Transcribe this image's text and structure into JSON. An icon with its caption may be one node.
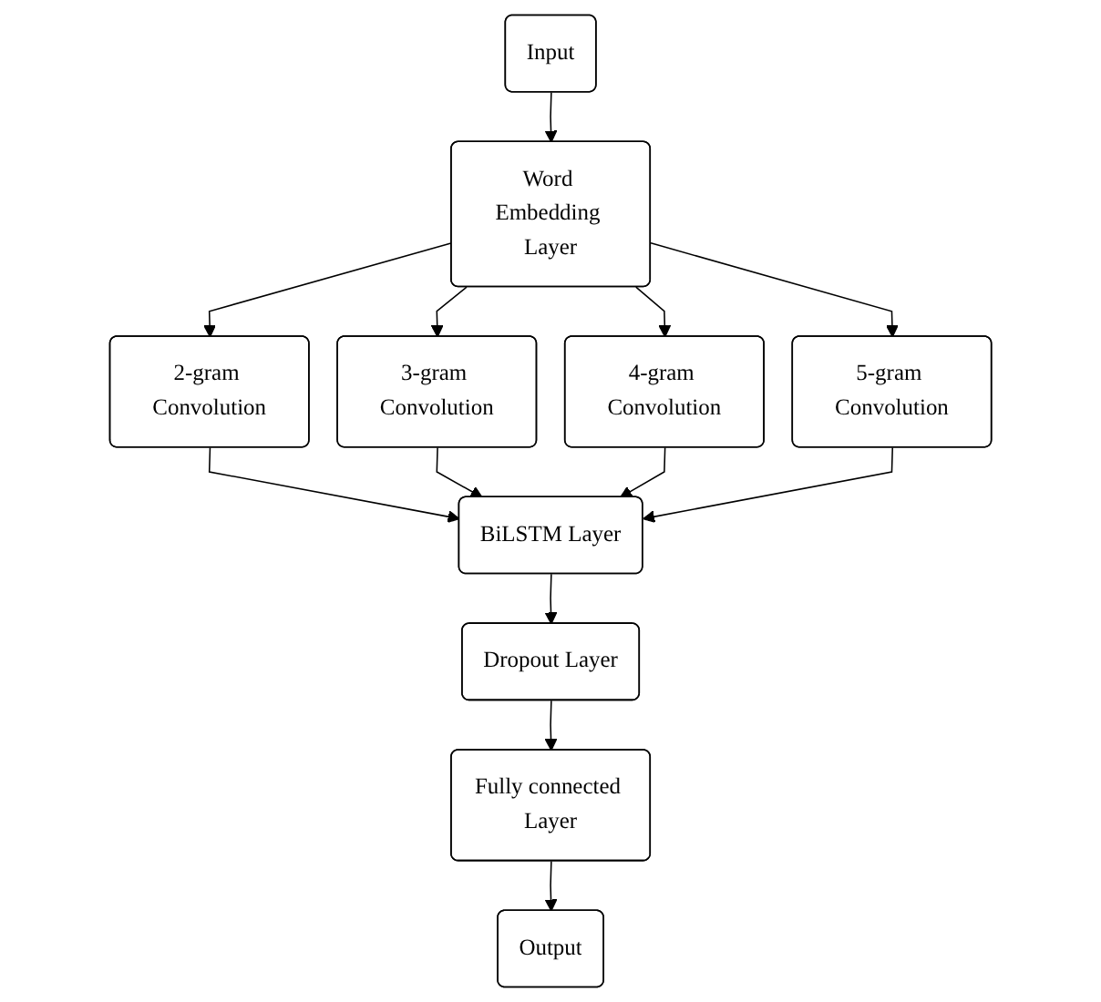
{
  "diagram": {
    "nodes": [
      {
        "text": [
          "Input"
        ]
      },
      {
        "text": [
          "Word Embedding Layer"
        ]
      },
      {
        "text": [
          "2-gram Convolution"
        ]
      },
      {
        "text": [
          "3-gram Convolution"
        ]
      },
      {
        "text": [
          "4-gram Convolution"
        ]
      },
      {
        "text": [
          "5-gram Convolution"
        ]
      },
      {
        "text": [
          "BiLSTM Layer"
        ]
      },
      {
        "text": [
          "Dropout Layer"
        ]
      },
      {
        "text": [
          "Fully connected Layer"
        ]
      },
      {
        "text": [
          "Output"
        ]
      }
    ],
    "edges": [
      {
        "from": 0,
        "to": 1,
        "arrow": "to"
      },
      {
        "from": 1,
        "to": 2,
        "arrow": "to"
      },
      {
        "from": 1,
        "to": 3,
        "arrow": "to"
      },
      {
        "from": 1,
        "to": 4,
        "arrow": "to"
      },
      {
        "from": 1,
        "to": 5,
        "arrow": "to"
      },
      {
        "from": 2,
        "to": 6,
        "arrow": "to"
      },
      {
        "from": 3,
        "to": 6,
        "arrow": "to"
      },
      {
        "from": 4,
        "to": 6,
        "arrow": "to"
      },
      {
        "from": 5,
        "to": 6,
        "arrow": "to"
      },
      {
        "from": 6,
        "to": 7,
        "arrow": "to"
      },
      {
        "from": 7,
        "to": 8,
        "arrow": "to"
      },
      {
        "from": 8,
        "to": 9,
        "arrow": "to"
      }
    ]
  }
}
